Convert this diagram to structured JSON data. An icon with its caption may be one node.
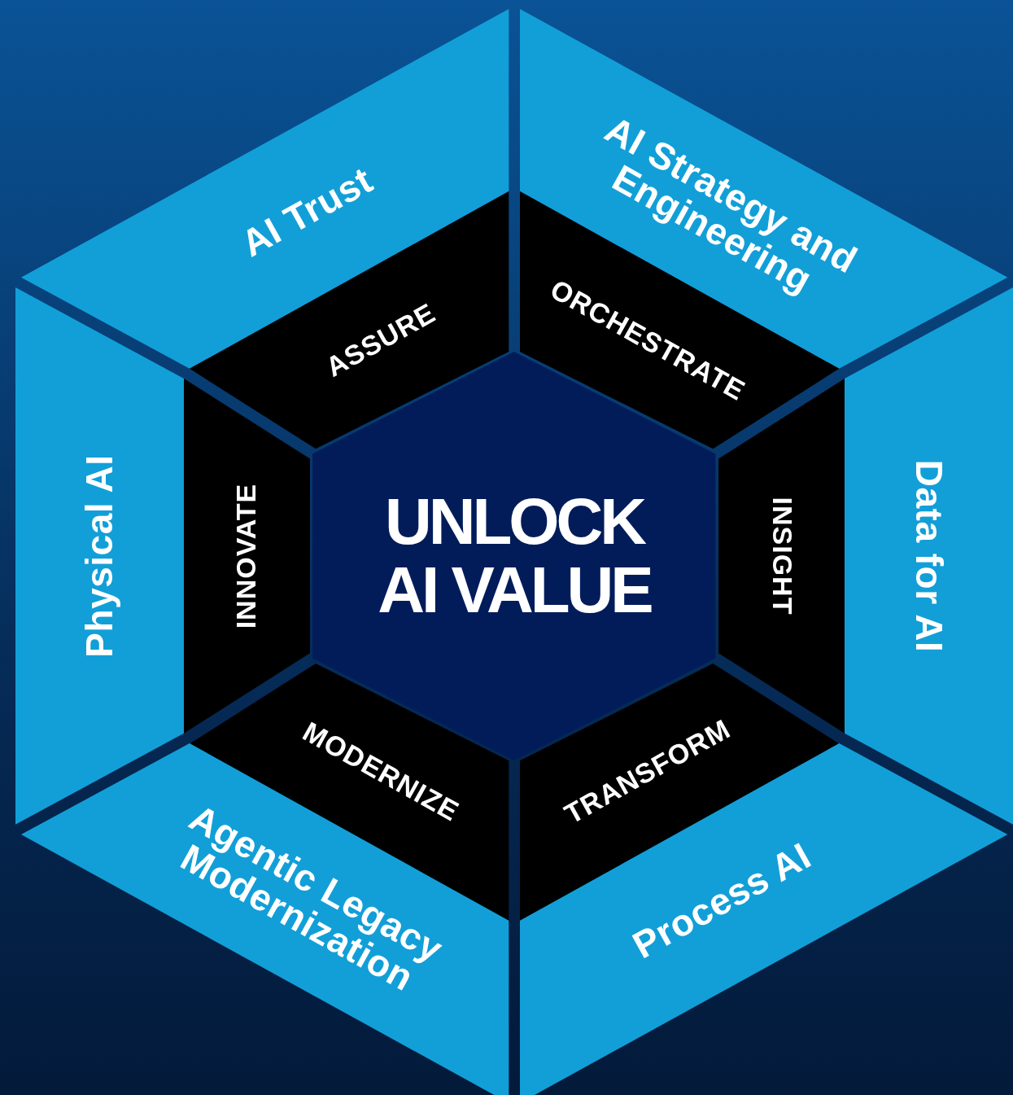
{
  "diagram": {
    "nodes": [
      {
        "text": [
          "AI Trust"
        ]
      },
      {
        "text": [
          "AI Strategy and Engineering"
        ]
      },
      {
        "text": [
          "ASSURE"
        ]
      },
      {
        "text": [
          "ORCHESTRATE"
        ]
      },
      {
        "text": [
          "Physical AI"
        ]
      },
      {
        "text": [
          "INNOVATE"
        ]
      },
      {
        "text": [
          "UNLOCK AI VALUE"
        ]
      },
      {
        "text": [
          "INSIGHT"
        ]
      },
      {
        "text": [
          "Data for AI"
        ]
      },
      {
        "text": [
          "MODERNIZE"
        ]
      },
      {
        "text": [
          "TRANSFORM"
        ]
      },
      {
        "text": [
          "Agentic Legacy Modernization"
        ]
      },
      {
        "text": [
          "Process AI"
        ]
      }
    ]
  }
}
